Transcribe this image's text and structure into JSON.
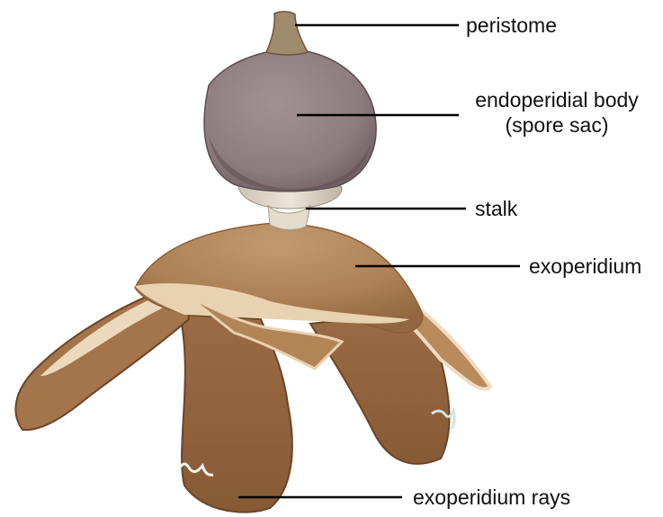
{
  "labels": {
    "peristome": "peristome",
    "endoperidial_line1": "endoperidial body",
    "endoperidial_line2": "(spore sac)",
    "stalk": "stalk",
    "exoperidium": "exoperidium",
    "exoperidium_rays": "exoperidium rays"
  },
  "colors": {
    "background": "#ffffff",
    "leader_line": "#000000",
    "spore_sac": "#8f7f82",
    "exoperidium_outer": "#a87a4e",
    "exoperidium_inner": "#ead3b5",
    "ray_flesh": "#9c6b41",
    "stalk": "#d8d2c4"
  }
}
